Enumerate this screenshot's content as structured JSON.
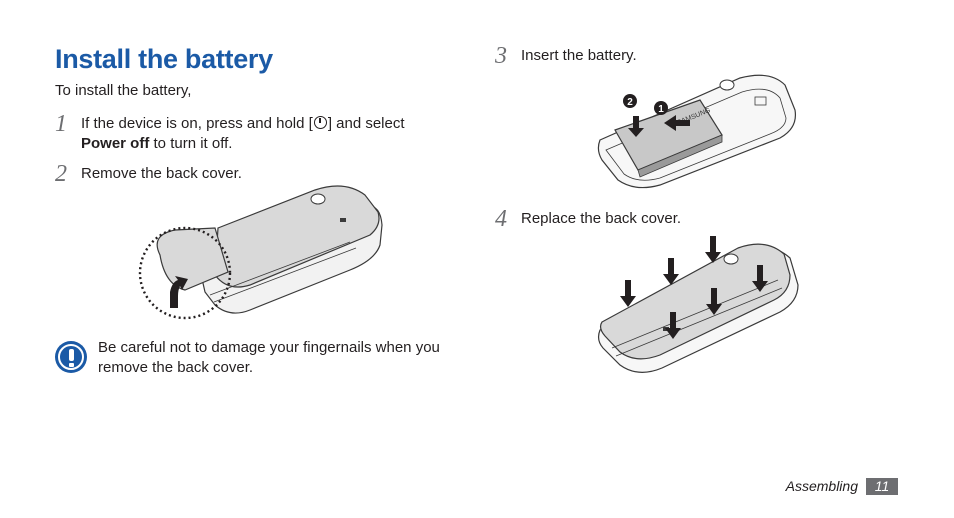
{
  "heading": "Install the battery",
  "intro": "To install the battery,",
  "steps": [
    {
      "number": "1",
      "text_before": "If the device is on, press and hold [",
      "text_after": "] and select",
      "bold": "Power off",
      "text_end": " to turn it off."
    },
    {
      "number": "2",
      "text": "Remove the back cover."
    },
    {
      "number": "3",
      "text": "Insert the battery."
    },
    {
      "number": "4",
      "text": "Replace the back cover."
    }
  ],
  "caution": {
    "icon": "caution-icon",
    "line1": "Be careful not to damage your fingernails when you",
    "line2": "remove the back cover."
  },
  "battery_callouts": {
    "first": "2",
    "second": "1"
  },
  "battery_label": "SAMSUNG",
  "footer": {
    "section": "Assembling",
    "page": "11"
  },
  "colors": {
    "heading": "#1b5aa6",
    "badge": "#6d6e71",
    "phone_fill": "#d9d9d9"
  }
}
